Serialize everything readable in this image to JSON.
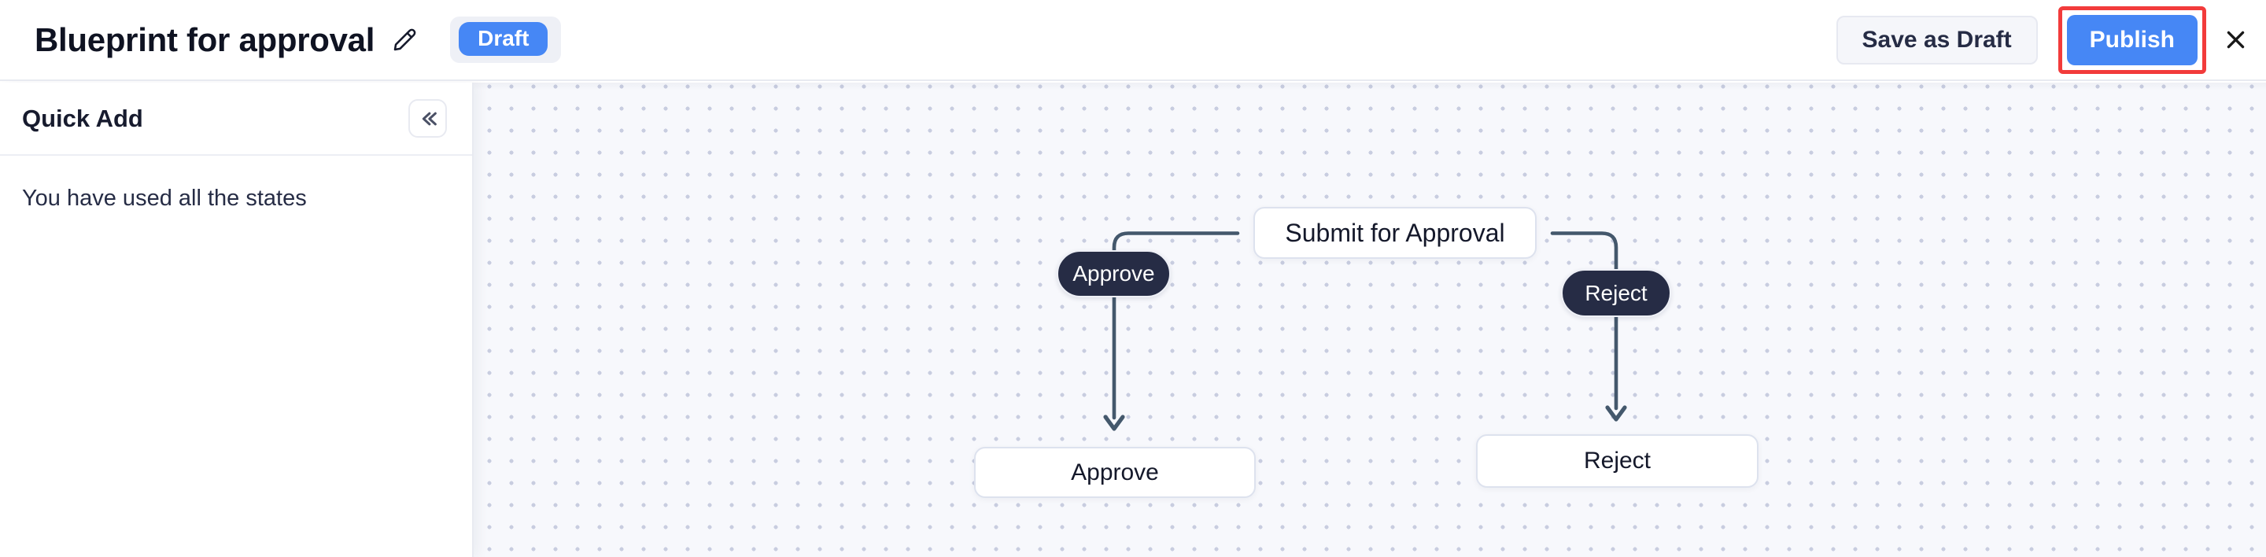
{
  "header": {
    "title": "Blueprint for approval",
    "status_badge": "Draft",
    "buttons": {
      "save_as_draft": "Save as Draft",
      "publish": "Publish"
    }
  },
  "sidebar": {
    "title": "Quick Add",
    "message": "You have used all the states"
  },
  "canvas": {
    "states": [
      {
        "label": "Submit for Approval"
      },
      {
        "label": "Approve"
      },
      {
        "label": "Reject"
      }
    ],
    "transitions": [
      {
        "label": "Approve"
      },
      {
        "label": "Reject"
      }
    ]
  },
  "colors": {
    "accent_blue": "#4687f5",
    "transition_pill": "#262c45",
    "connector": "#44586c",
    "publish_highlight_red": "#f23b3b",
    "canvas_background": "#f7f8fc",
    "canvas_dot": "#c8cde0"
  }
}
